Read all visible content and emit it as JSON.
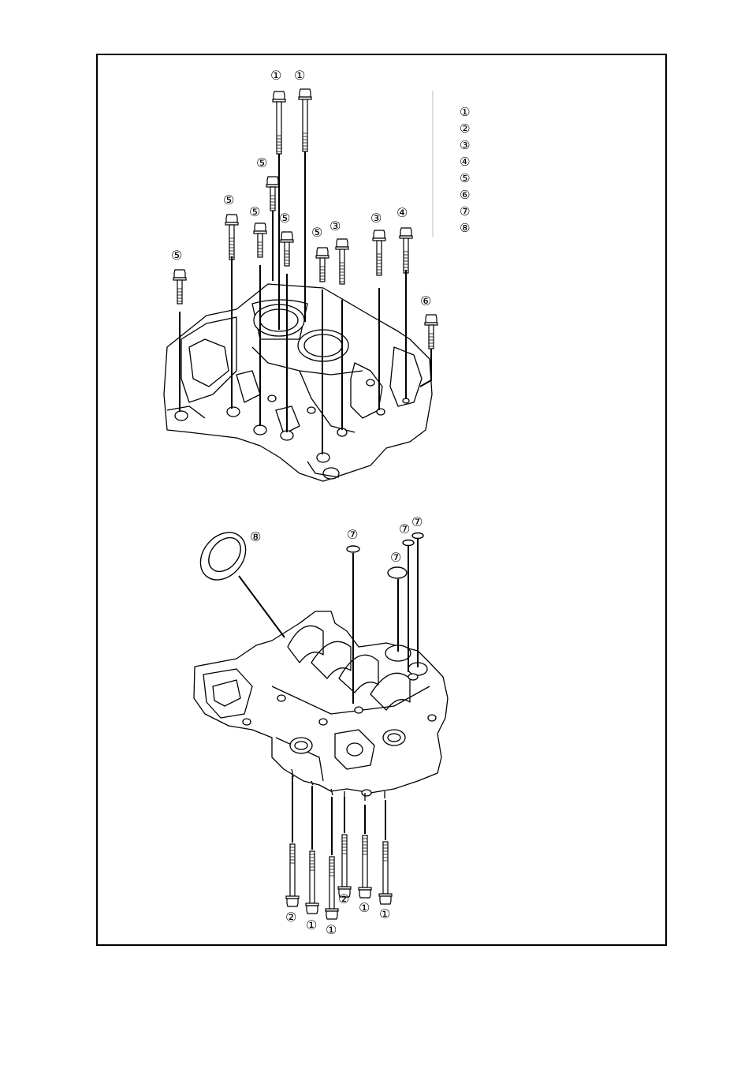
{
  "figure": {
    "legend": [
      "①",
      "②",
      "③",
      "④",
      "⑤",
      "⑥",
      "⑦",
      "⑧"
    ],
    "top_callouts": [
      "①",
      "①",
      "⑤",
      "⑤",
      "⑤",
      "⑤",
      "⑤",
      "③",
      "③",
      "④",
      "⑤",
      "⑥"
    ],
    "bottom_callouts": [
      "⑧",
      "⑦",
      "⑦",
      "⑦",
      "⑦",
      "②",
      "①",
      "①",
      "②",
      "①",
      "①"
    ]
  }
}
